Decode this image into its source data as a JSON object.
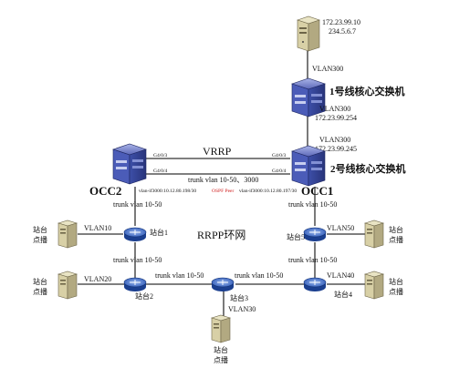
{
  "server_top": {
    "ip1": "172.23.99.10",
    "ip2": "234.5.6.7"
  },
  "vlan300_top": "VLAN300",
  "core1": {
    "label": "1号线核心交换机",
    "vlan": "VLAN300",
    "ip": "172.23.99.254"
  },
  "core2": {
    "label": "2号线核心交换机",
    "vlan": "VLAN300",
    "ip": "172.23.99.245"
  },
  "occ2": {
    "label": "OCC2",
    "port_top": "G4/0/3",
    "port_bottom": "G4/0/4",
    "vlanif": "vlan-if3000:10.12.80.198/30"
  },
  "occ1": {
    "label": "OCC1",
    "port_top": "G4/0/3",
    "port_bottom": "G4/0/4",
    "vlanif": "vlan-if3000:10.12.80.197/30"
  },
  "vrrp": "VRRP",
  "trunk_core": "trunk vlan 10-50、3000",
  "ospf_peer": "OSPF Peer",
  "trunk_left_top": "trunk vlan 10-50",
  "trunk_right_top": "trunk vlan 10-50",
  "trunk_left_mid": "trunk vlan 10-50",
  "trunk_right_mid": "trunk vlan 10-50",
  "trunk_bottom_left": "trunk vlan 10-50",
  "trunk_bottom_right": "trunk vlan 10-50",
  "ring_label": "RRPP环网",
  "stations": [
    {
      "name": "站台1",
      "vlan": "VLAN10",
      "client": [
        "站台",
        "点播"
      ]
    },
    {
      "name": "站台2",
      "vlan": "VLAN20",
      "client": [
        "站台",
        "点播"
      ]
    },
    {
      "name": "站台3",
      "vlan": "VLAN30",
      "client": [
        "站台",
        "点播"
      ]
    },
    {
      "name": "站台4",
      "vlan": "VLAN40",
      "client": [
        "站台",
        "点播"
      ]
    },
    {
      "name": "站台5",
      "vlan": "VLAN50",
      "client": [
        "站台",
        "点播"
      ]
    }
  ],
  "colors": {
    "router_fill": "#1b3f8f",
    "router_light": "#7f9fd6",
    "core_fill": "#3d4fa8",
    "accent_red": "#d02020"
  }
}
